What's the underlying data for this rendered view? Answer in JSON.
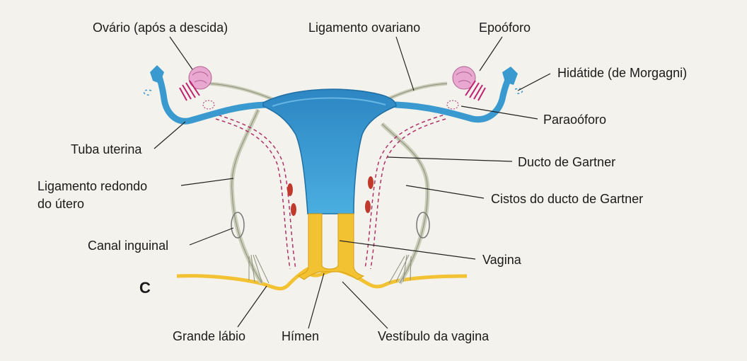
{
  "panel_letter": "C",
  "labels": {
    "ovario": "Ovário (após a descida)",
    "ligamento_ovariano": "Ligamento ovariano",
    "epooforo": "Epoóforo",
    "hidatide": "Hidátide (de Morgagni)",
    "paraooforo": "Paraoóforo",
    "tuba_uterina": "Tuba uterina",
    "ducto_gartner": "Ducto de Gartner",
    "ligamento_redondo_1": "Ligamento redondo",
    "ligamento_redondo_2": "do útero",
    "cistos_gartner": "Cistos do ducto de Gartner",
    "canal_inguinal": "Canal inguinal",
    "vagina": "Vagina",
    "grande_labio": "Grande lábio",
    "himen": "Hímen",
    "vestibulo": "Vestíbulo da vagina"
  },
  "colors": {
    "uterus": "#3a9ad0",
    "uterus_dark": "#1f6fa5",
    "vagina": "#f2c232",
    "ovary": "#e8a8d0",
    "ligament": "#c9cdb8",
    "gartner_duct": "#b0306a",
    "cyst": "#c0392b",
    "leader": "#222222"
  }
}
